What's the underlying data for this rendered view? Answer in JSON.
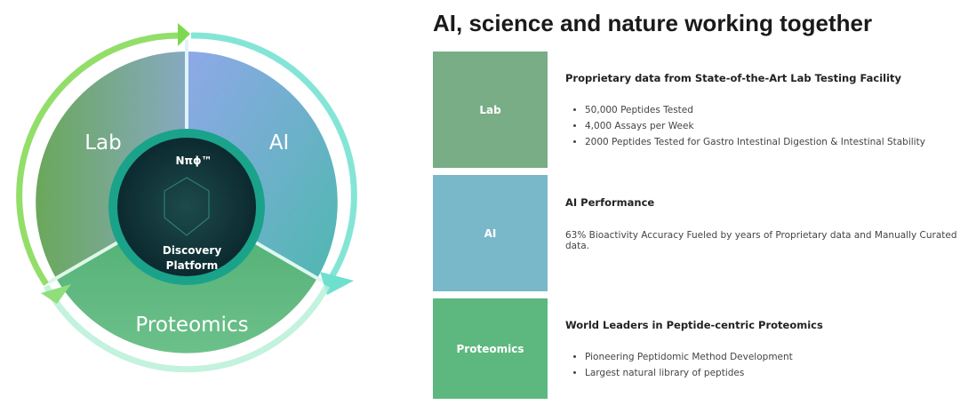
{
  "diagram": {
    "segments": [
      "Lab",
      "AI",
      "Proteomics"
    ],
    "center_logo": "Nπϕ™",
    "center_label_1": "Discovery",
    "center_label_2": "Platform"
  },
  "title": "AI, science and nature working together",
  "rows": [
    {
      "label": "Lab",
      "color": "#78ad86",
      "heading": "Proprietary data from State-of-the-Art Lab Testing Facility",
      "bullets": [
        "50,000 Peptides Tested",
        "4,000 Assays per Week",
        "2000 Peptides Tested for Gastro Intestinal Digestion & Intestinal Stability"
      ]
    },
    {
      "label": "AI",
      "color": "#79b8c9",
      "heading": "AI Performance",
      "text": "63% Bioactivity Accuracy Fueled by years of Proprietary data and Manually Curated data."
    },
    {
      "label": "Proteomics",
      "color": "#5db87f",
      "heading": "World Leaders in Peptide-centric Proteomics",
      "bullets": [
        "Pioneering Peptidomic Method Development",
        "Largest natural library of peptides"
      ]
    }
  ]
}
